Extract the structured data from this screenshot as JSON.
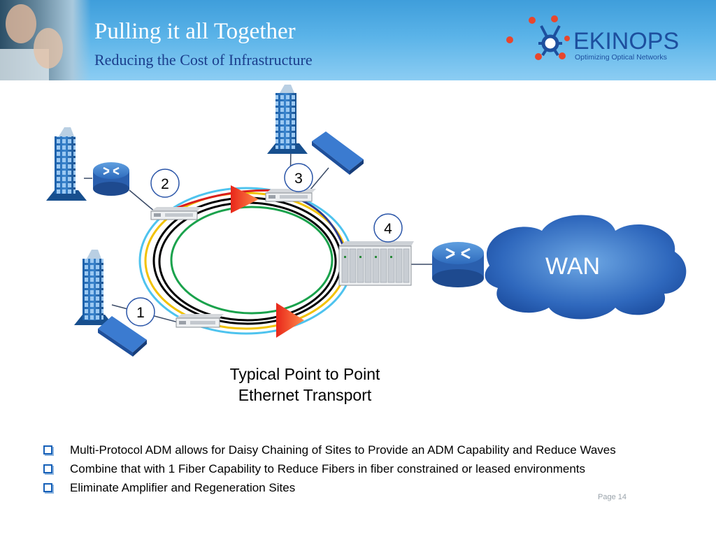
{
  "slide": {
    "title": "Pulling it all Together",
    "subtitle": "Reducing the Cost of Infrastructure",
    "page_label": "Page 14"
  },
  "logo": {
    "name": "EKINOPS",
    "tagline": "Optimizing Optical Networks",
    "colors": {
      "wordmark": "#1d4f9e",
      "dots": "#e8462d"
    }
  },
  "diagram": {
    "site_labels": [
      "1",
      "2",
      "3",
      "4"
    ],
    "cloud_label": "WAN",
    "caption_lines": [
      "Typical Point to Point",
      "Ethernet Transport"
    ],
    "ring_colors": [
      "#000000",
      "#d91e1e",
      "#1aa24c",
      "#f2c200",
      "#4ec3ee",
      "#2c3a8c"
    ],
    "amplifier_color": "#e8261a"
  },
  "bullets": [
    "Multi-Protocol ADM allows for Daisy Chaining of Sites to Provide an ADM Capability and Reduce Waves",
    "Combine that with 1 Fiber Capability to Reduce Fibers in fiber constrained or leased environments",
    "Eliminate Amplifier and Regeneration Sites"
  ]
}
